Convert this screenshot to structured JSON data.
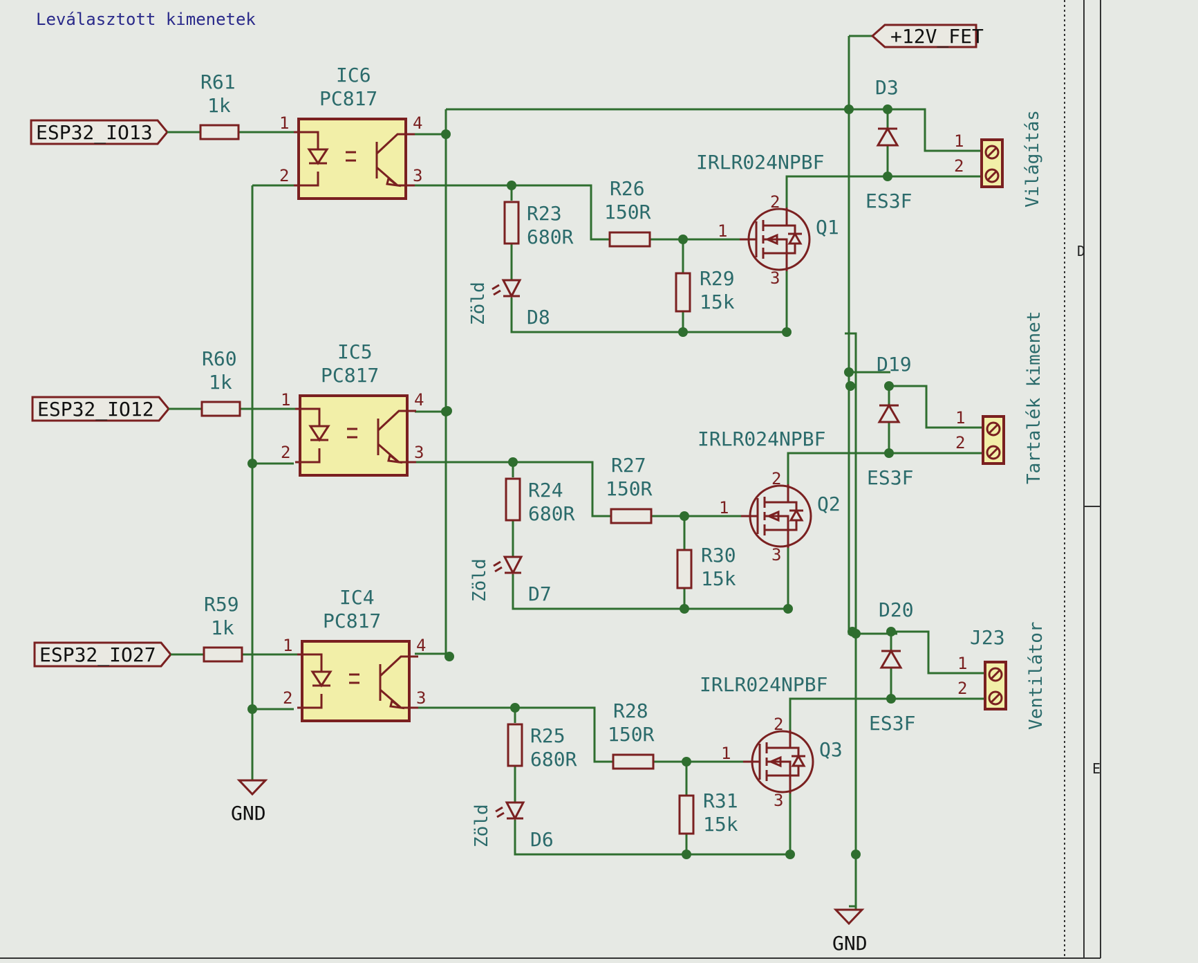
{
  "title": "Leválasztott kimenetek",
  "power_label": "+12V_FET",
  "gnd_label": "GND",
  "zones": [
    "D",
    "E"
  ],
  "colors": {
    "wire": "#2f6e2f",
    "symbol": "#7a2020",
    "ic_fill": "#f2efa8",
    "text": "#2b6b6b",
    "title": "#2a2a8a"
  },
  "channels": [
    {
      "net": "ESP32_IO13",
      "r_in": {
        "ref": "R61",
        "val": "1k"
      },
      "ic": {
        "ref": "IC6",
        "val": "PC817"
      },
      "ic_pins": [
        "1",
        "2",
        "3",
        "4"
      ],
      "r_led": {
        "ref": "R23",
        "val": "680R"
      },
      "led": {
        "ref": "D8",
        "val": "Zöld"
      },
      "r_gate": {
        "ref": "R26",
        "val": "150R"
      },
      "r_pd": {
        "ref": "R29",
        "val": "15k"
      },
      "fet": {
        "ref": "Q1",
        "val": "IRLR024NPBF",
        "pins": [
          "1",
          "2",
          "3"
        ]
      },
      "diode": {
        "ref": "D3",
        "val": "ES3F"
      },
      "conn": {
        "ref": "",
        "label": "Világítás",
        "pins": [
          "1",
          "2"
        ]
      }
    },
    {
      "net": "ESP32_IO12",
      "r_in": {
        "ref": "R60",
        "val": "1k"
      },
      "ic": {
        "ref": "IC5",
        "val": "PC817"
      },
      "ic_pins": [
        "1",
        "2",
        "3",
        "4"
      ],
      "r_led": {
        "ref": "R24",
        "val": "680R"
      },
      "led": {
        "ref": "D7",
        "val": "Zöld"
      },
      "r_gate": {
        "ref": "R27",
        "val": "150R"
      },
      "r_pd": {
        "ref": "R30",
        "val": "15k"
      },
      "fet": {
        "ref": "Q2",
        "val": "IRLR024NPBF",
        "pins": [
          "1",
          "2",
          "3"
        ]
      },
      "diode": {
        "ref": "D19",
        "val": "ES3F"
      },
      "conn": {
        "ref": "",
        "label": "Tartalék kimenet",
        "pins": [
          "1",
          "2"
        ]
      }
    },
    {
      "net": "ESP32_IO27",
      "r_in": {
        "ref": "R59",
        "val": "1k"
      },
      "ic": {
        "ref": "IC4",
        "val": "PC817"
      },
      "ic_pins": [
        "1",
        "2",
        "3",
        "4"
      ],
      "r_led": {
        "ref": "R25",
        "val": "680R"
      },
      "led": {
        "ref": "D6",
        "val": "Zöld"
      },
      "r_gate": {
        "ref": "R28",
        "val": "150R"
      },
      "r_pd": {
        "ref": "R31",
        "val": "15k"
      },
      "fet": {
        "ref": "Q3",
        "val": "IRLR024NPBF",
        "pins": [
          "1",
          "2",
          "3"
        ]
      },
      "diode": {
        "ref": "D20",
        "val": "ES3F"
      },
      "conn": {
        "ref": "J23",
        "label": "Ventilátor",
        "pins": [
          "1",
          "2"
        ]
      }
    }
  ]
}
